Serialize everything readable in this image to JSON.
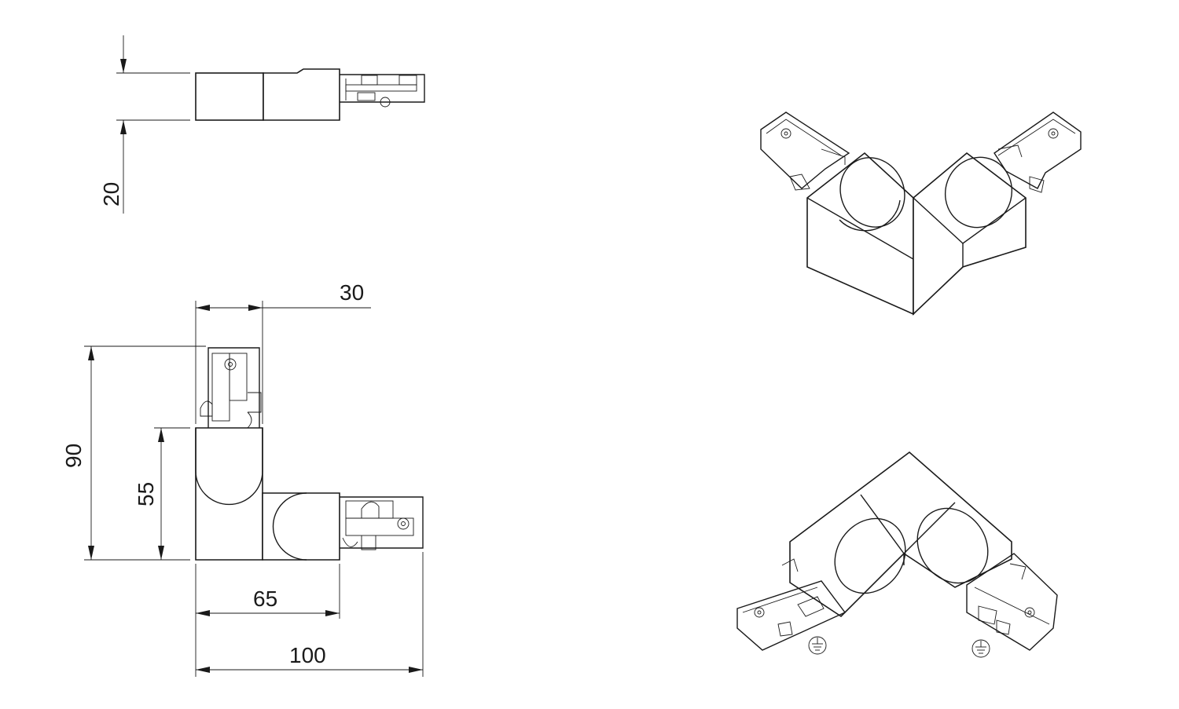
{
  "dimensions": {
    "height": "20",
    "width_arm": "30",
    "overall_height": "90",
    "inner_height": "55",
    "inner_width": "65",
    "overall_width": "100"
  },
  "icons": {
    "earth_left": "earth-ground-icon",
    "earth_right": "earth-ground-icon"
  }
}
